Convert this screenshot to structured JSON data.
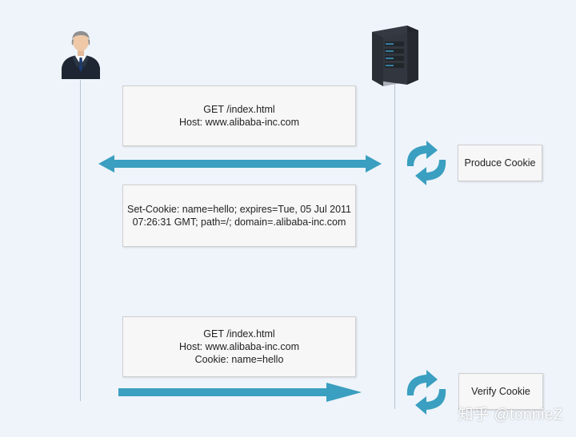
{
  "messages": {
    "request1": {
      "line1": "GET /index.html",
      "line2": "Host: www.alibaba-inc.com"
    },
    "response1": {
      "line1": "Set-Cookie: name=hello; expires=Tue, 05 Jul 2011",
      "line2": "07:26:31 GMT; path=/; domain=.alibaba-inc.com"
    },
    "request2": {
      "line1": "GET /index.html",
      "line2": "Host: www.alibaba-inc.com",
      "line3": "Cookie: name=hello"
    }
  },
  "server_actions": {
    "produce": "Produce Cookie",
    "verify": "Verify Cookie"
  },
  "watermark": "知乎 @tonnieZ",
  "colors": {
    "arrow": "#3a9fc0",
    "background": "#eef4fa"
  },
  "icons": {
    "client": "user-icon",
    "server": "server-icon",
    "process": "refresh-icon"
  }
}
